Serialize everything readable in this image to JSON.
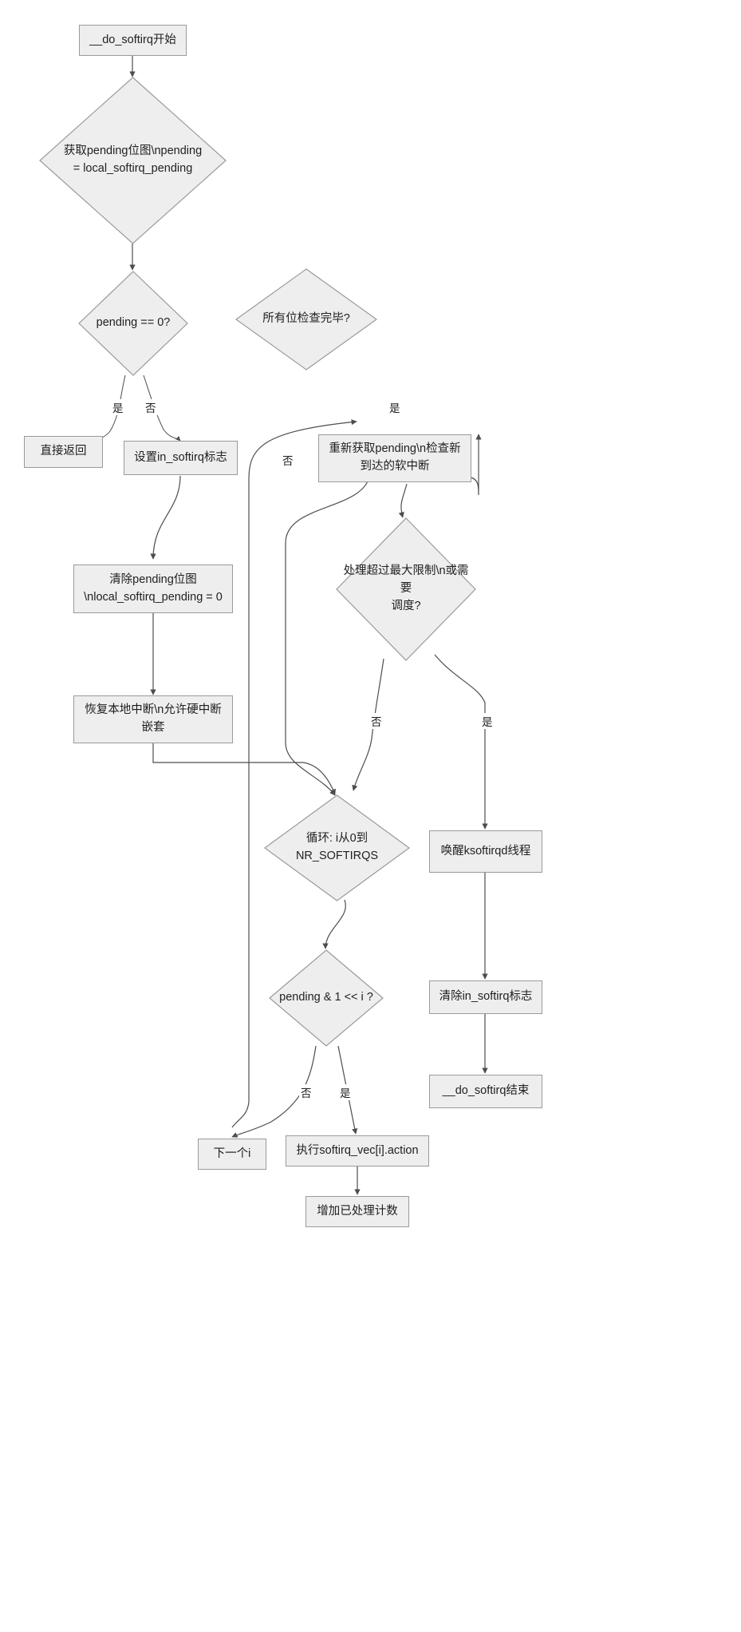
{
  "diagram": {
    "title": "__do_softirq flowchart",
    "style": {
      "node_fill": "#eeeeee",
      "node_stroke": "#9a9a9a",
      "edge_stroke": "#4d4d4d",
      "text_color": "#1f1f1f",
      "background": "#ffffff"
    },
    "nodes": [
      {
        "id": "start",
        "shape": "box",
        "text": "__do_softirq开始"
      },
      {
        "id": "get_pending",
        "shape": "diamond",
        "text": "获取pending位图\\npending\n= local_softirq_pending"
      },
      {
        "id": "pending_zero",
        "shape": "diamond",
        "text": "pending == 0?"
      },
      {
        "id": "all_checked",
        "shape": "diamond",
        "text": "所有位检查完毕?"
      },
      {
        "id": "return",
        "shape": "box",
        "text": "直接返回"
      },
      {
        "id": "set_flag",
        "shape": "box",
        "text": "设置in_softirq标志"
      },
      {
        "id": "refetch",
        "shape": "box",
        "text": "重新获取pending\\n检查新\n到达的软中断"
      },
      {
        "id": "clear_bitmap",
        "shape": "box",
        "text": "清除pending位图\n\\nlocal_softirq_pending = 0"
      },
      {
        "id": "over_limit",
        "shape": "diamond",
        "text": "处理超过最大限制\\n或需要\n调度?"
      },
      {
        "id": "restore_irq",
        "shape": "box",
        "text": "恢复本地中断\\n允许硬中断\n嵌套"
      },
      {
        "id": "loop",
        "shape": "diamond",
        "text": "循环: i从0到NR_SOFTIRQS"
      },
      {
        "id": "wake",
        "shape": "box",
        "text": "唤醒ksoftirqd线程"
      },
      {
        "id": "bit_test",
        "shape": "diamond",
        "text": "pending & 1 << i ?"
      },
      {
        "id": "clear_flag",
        "shape": "box",
        "text": "清除in_softirq标志"
      },
      {
        "id": "next_i",
        "shape": "box",
        "text": "下一个i"
      },
      {
        "id": "action",
        "shape": "box",
        "text": "执行softirq_vec[i].action"
      },
      {
        "id": "end",
        "shape": "box",
        "text": "__do_softirq结束"
      },
      {
        "id": "count",
        "shape": "box",
        "text": "增加已处理计数"
      }
    ],
    "edge_labels": {
      "pending_zero_yes": "是",
      "pending_zero_no": "否",
      "all_checked_no": "否",
      "all_checked_yes": "是",
      "over_limit_no": "否",
      "over_limit_yes": "是",
      "bit_test_no": "否",
      "bit_test_yes": "是"
    },
    "edges": [
      {
        "from": "start",
        "to": "get_pending",
        "label": ""
      },
      {
        "from": "get_pending",
        "to": "pending_zero",
        "label": ""
      },
      {
        "from": "pending_zero",
        "to": "return",
        "label": "是"
      },
      {
        "from": "pending_zero",
        "to": "set_flag",
        "label": "否"
      },
      {
        "from": "set_flag",
        "to": "clear_bitmap",
        "label": ""
      },
      {
        "from": "clear_bitmap",
        "to": "restore_irq",
        "label": ""
      },
      {
        "from": "restore_irq",
        "to": "loop",
        "label": ""
      },
      {
        "from": "loop",
        "to": "bit_test",
        "label": ""
      },
      {
        "from": "bit_test",
        "to": "next_i",
        "label": "否"
      },
      {
        "from": "bit_test",
        "to": "action",
        "label": "是"
      },
      {
        "from": "action",
        "to": "count",
        "label": ""
      },
      {
        "from": "next_i",
        "to": "all_checked",
        "label": ""
      },
      {
        "from": "all_checked",
        "to": "loop",
        "label": "否"
      },
      {
        "from": "all_checked",
        "to": "refetch",
        "label": "是"
      },
      {
        "from": "refetch",
        "to": "over_limit",
        "label": ""
      },
      {
        "from": "over_limit",
        "to": "loop",
        "label": "否"
      },
      {
        "from": "over_limit",
        "to": "wake",
        "label": "是"
      },
      {
        "from": "wake",
        "to": "clear_flag",
        "label": ""
      },
      {
        "from": "clear_flag",
        "to": "end",
        "label": ""
      }
    ]
  }
}
